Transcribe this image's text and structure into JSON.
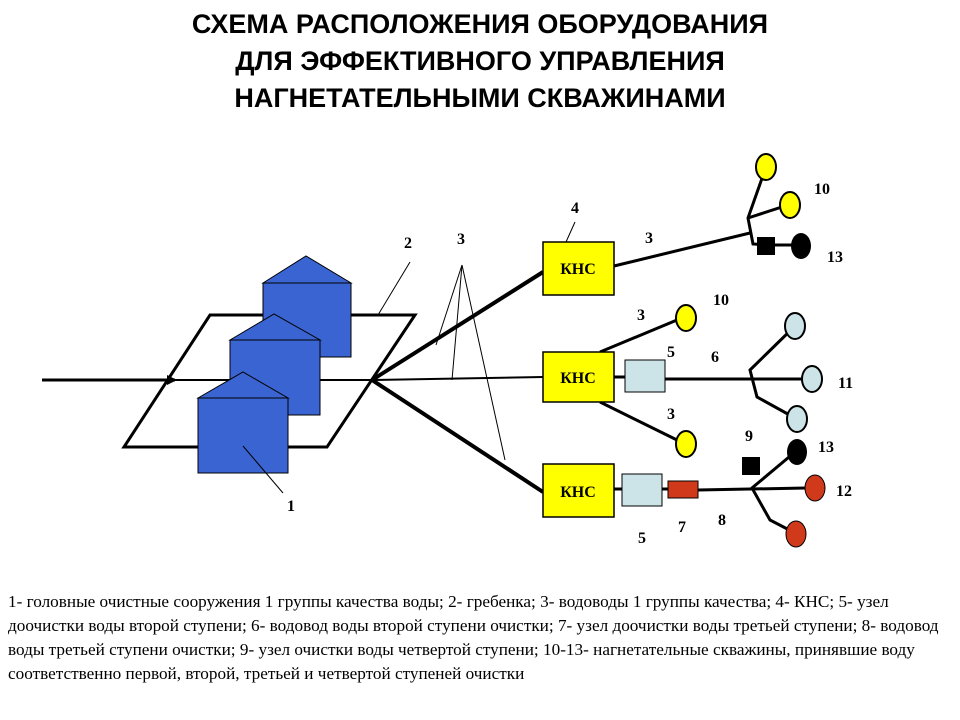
{
  "title": {
    "line1": "СХЕМА РАСПОЛОЖЕНИЯ ОБОРУДОВАНИЯ",
    "line2": "ДЛЯ ЭФФЕКТИВНОГО УПРАВЛЕНИЯ",
    "line3": "НАГНЕТАТЕЛЬНЫМИ СКВАЖИНАМИ"
  },
  "diagram": {
    "kns_label": "КНС",
    "labels": {
      "n1": "1",
      "n2": "2",
      "n3_top": "3",
      "n4": "4",
      "n3_branch_top": "3",
      "n3_mid_upper": "3",
      "n3_mid_lower": "3",
      "n5_mid": "5",
      "n5_bottom": "5",
      "n6": "6",
      "n7": "7",
      "n8": "8",
      "n9": "9",
      "n10_top": "10",
      "n10_mid": "10",
      "n11": "11",
      "n12": "12",
      "n13_top": "13",
      "n13_bottom": "13"
    },
    "colors": {
      "facility": "#3a64d2",
      "kns": "#ffff00",
      "node_light_blue": "#cce4e8",
      "node_red": "#d03a1a",
      "well_yellow": "#ffff00",
      "well_light_blue": "#cce4e8",
      "well_red": "#d03a1a",
      "well_black": "#000000"
    }
  },
  "caption": "1- головные очистные сооружения 1 группы качества воды; 2- гребенка; 3- водоводы 1 группы качества; 4- КНС; 5- узел доочистки воды второй ступени; 6- водовод воды второй ступени очистки; 7- узел доочистки воды третьей ступени; 8- водовод воды третьей ступени очистки; 9- узел очистки воды четвертой ступени; 10-13- нагнетательные скважины, принявшие воду соответственно первой, второй, третьей и четвертой ступеней очистки"
}
